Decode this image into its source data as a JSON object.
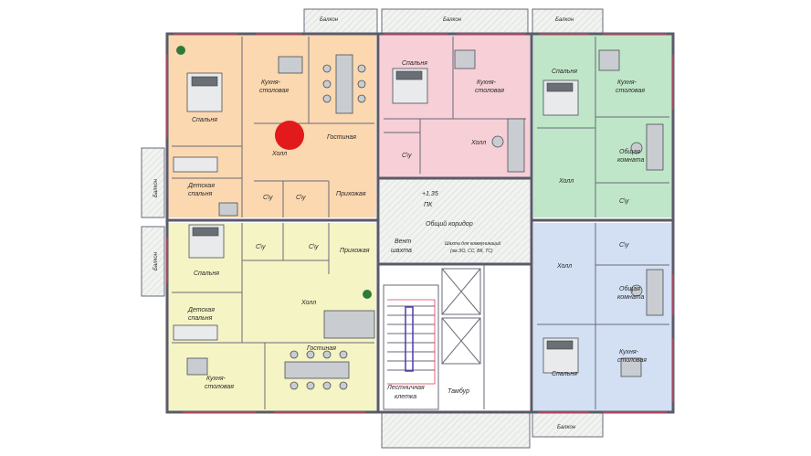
{
  "colors": {
    "apt_orange": "#fbd8b0",
    "apt_pink": "#f7cfd6",
    "apt_green": "#bfe6c8",
    "apt_yellow": "#f5f4c4",
    "apt_blue": "#d3e0f3",
    "marker": "#e31a1c",
    "wall": "#5a5a6a"
  },
  "labels": {
    "balcony": "Балкон",
    "kitchen": "Кухня-",
    "dining": "столовая",
    "bedroom": "Спальня",
    "living": "Гостиная",
    "hall": "Холл",
    "wc": "С\\у",
    "children_bedroom_1": "Детская",
    "children_bedroom_2": "спальня",
    "entry": "Прихожая",
    "common_room_1": "Общая",
    "common_room_2": "комната",
    "corridor": "Общий коридор",
    "level": "+1.35",
    "level_code": "ПК",
    "vent_1": "Вент",
    "vent_2": "шахта",
    "shaft_1": "Шахта для коммуникаций",
    "shaft_2": "(эм.ЭО, СС, ВК, ТС)",
    "stair_1": "Лестничная",
    "stair_2": "клетка",
    "vestibule": "Тамбур"
  }
}
